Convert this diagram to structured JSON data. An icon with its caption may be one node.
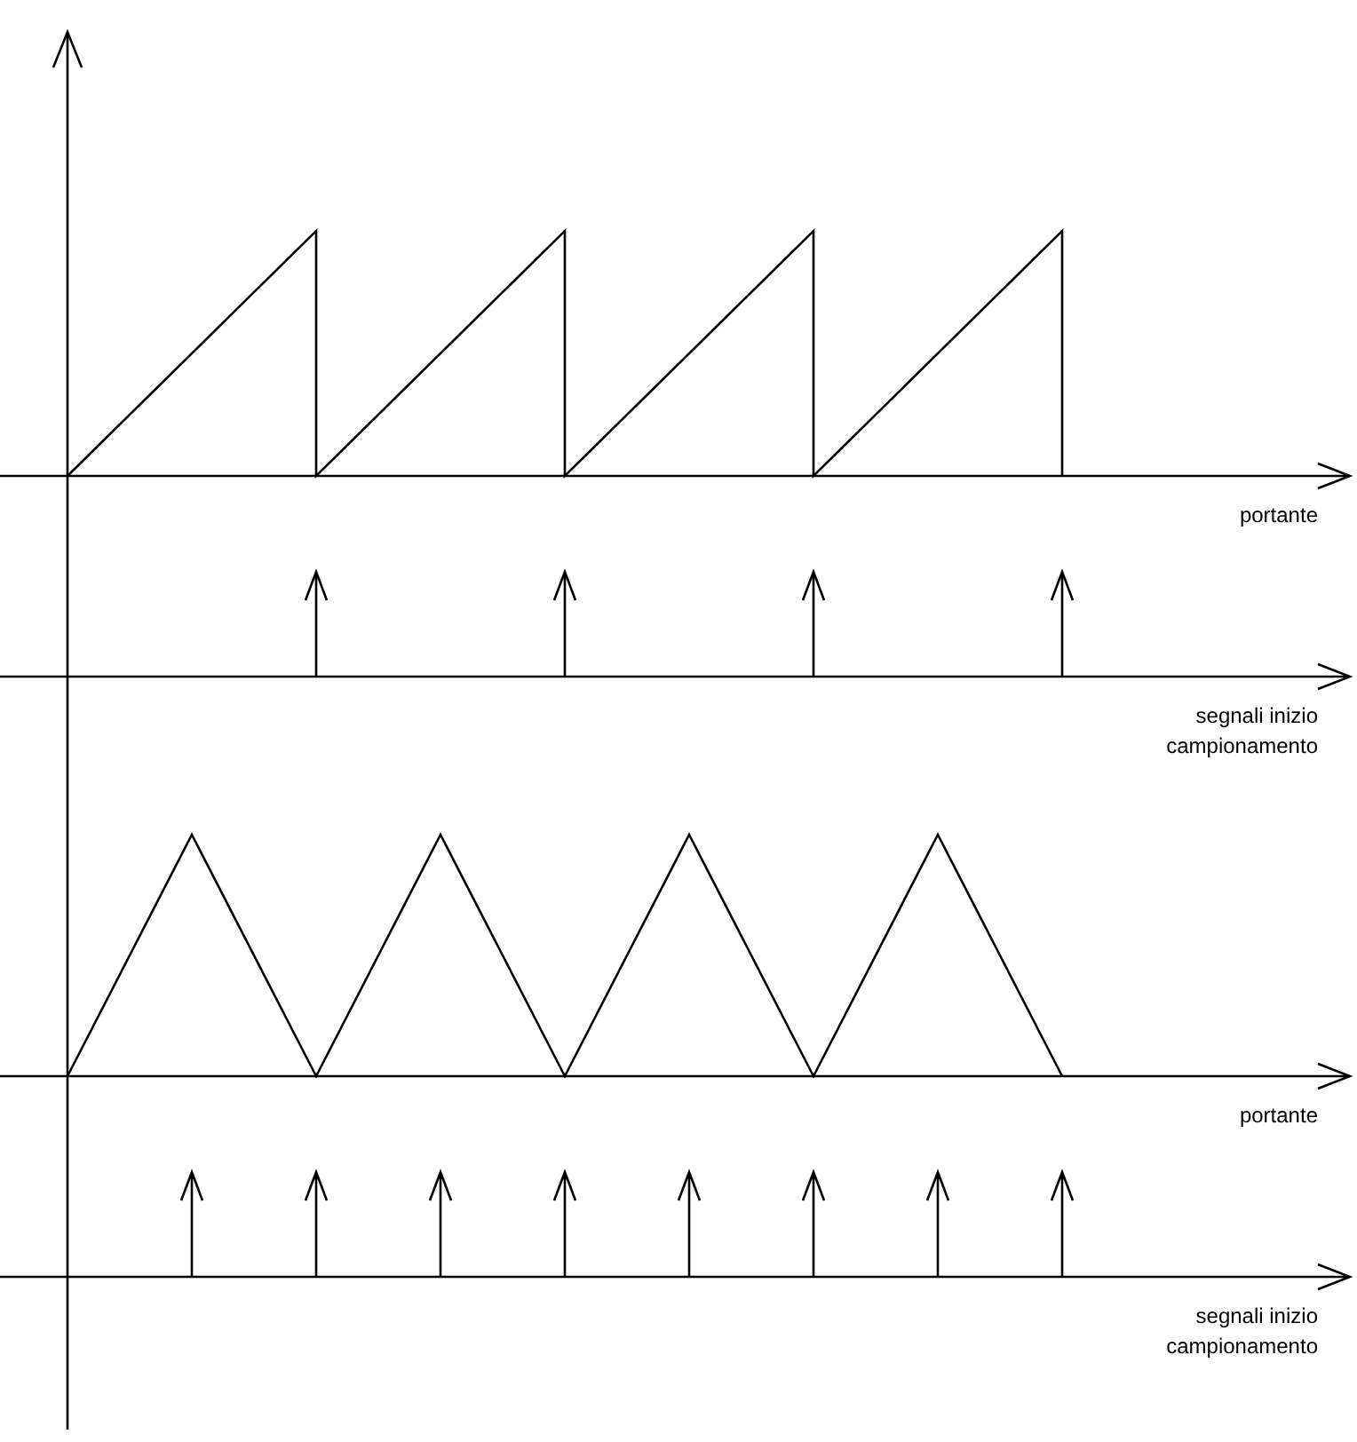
{
  "diagram": {
    "labels": [
      "portante",
      "segnali inizio campionamento",
      "portante",
      "segnali inizio campionamento"
    ]
  }
}
